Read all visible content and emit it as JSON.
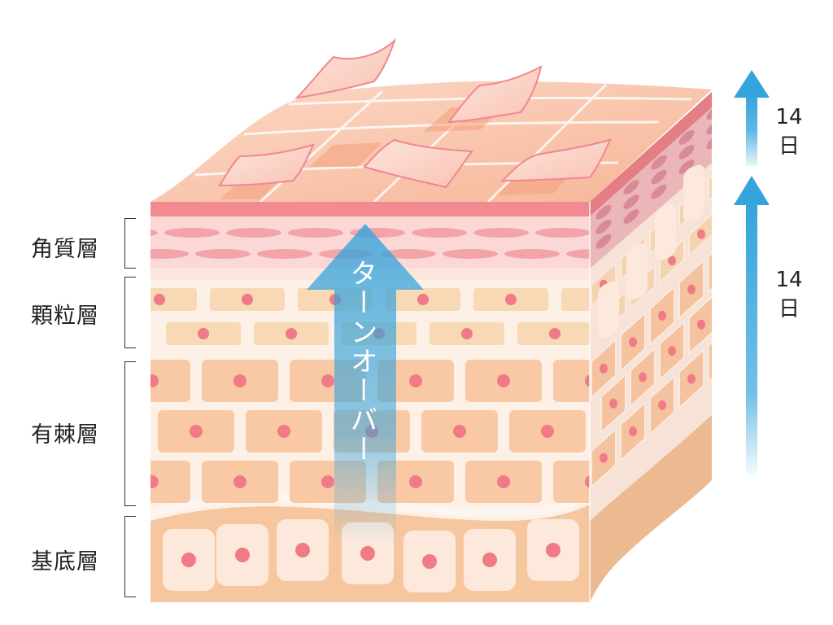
{
  "layers": [
    {
      "label": "角質層"
    },
    {
      "label": "顆粒層"
    },
    {
      "label": "有棘層"
    },
    {
      "label": "基底層"
    }
  ],
  "turnover": {
    "label": "ターンオーバー"
  },
  "cycles": [
    {
      "days": "14",
      "unit": "日"
    },
    {
      "days": "14",
      "unit": "日"
    }
  ],
  "colors": {
    "arrow": "#35a4dc",
    "stratum_corneum": "#f28b91",
    "basal": "#f6c79f",
    "nucleus": "#f07a86"
  }
}
